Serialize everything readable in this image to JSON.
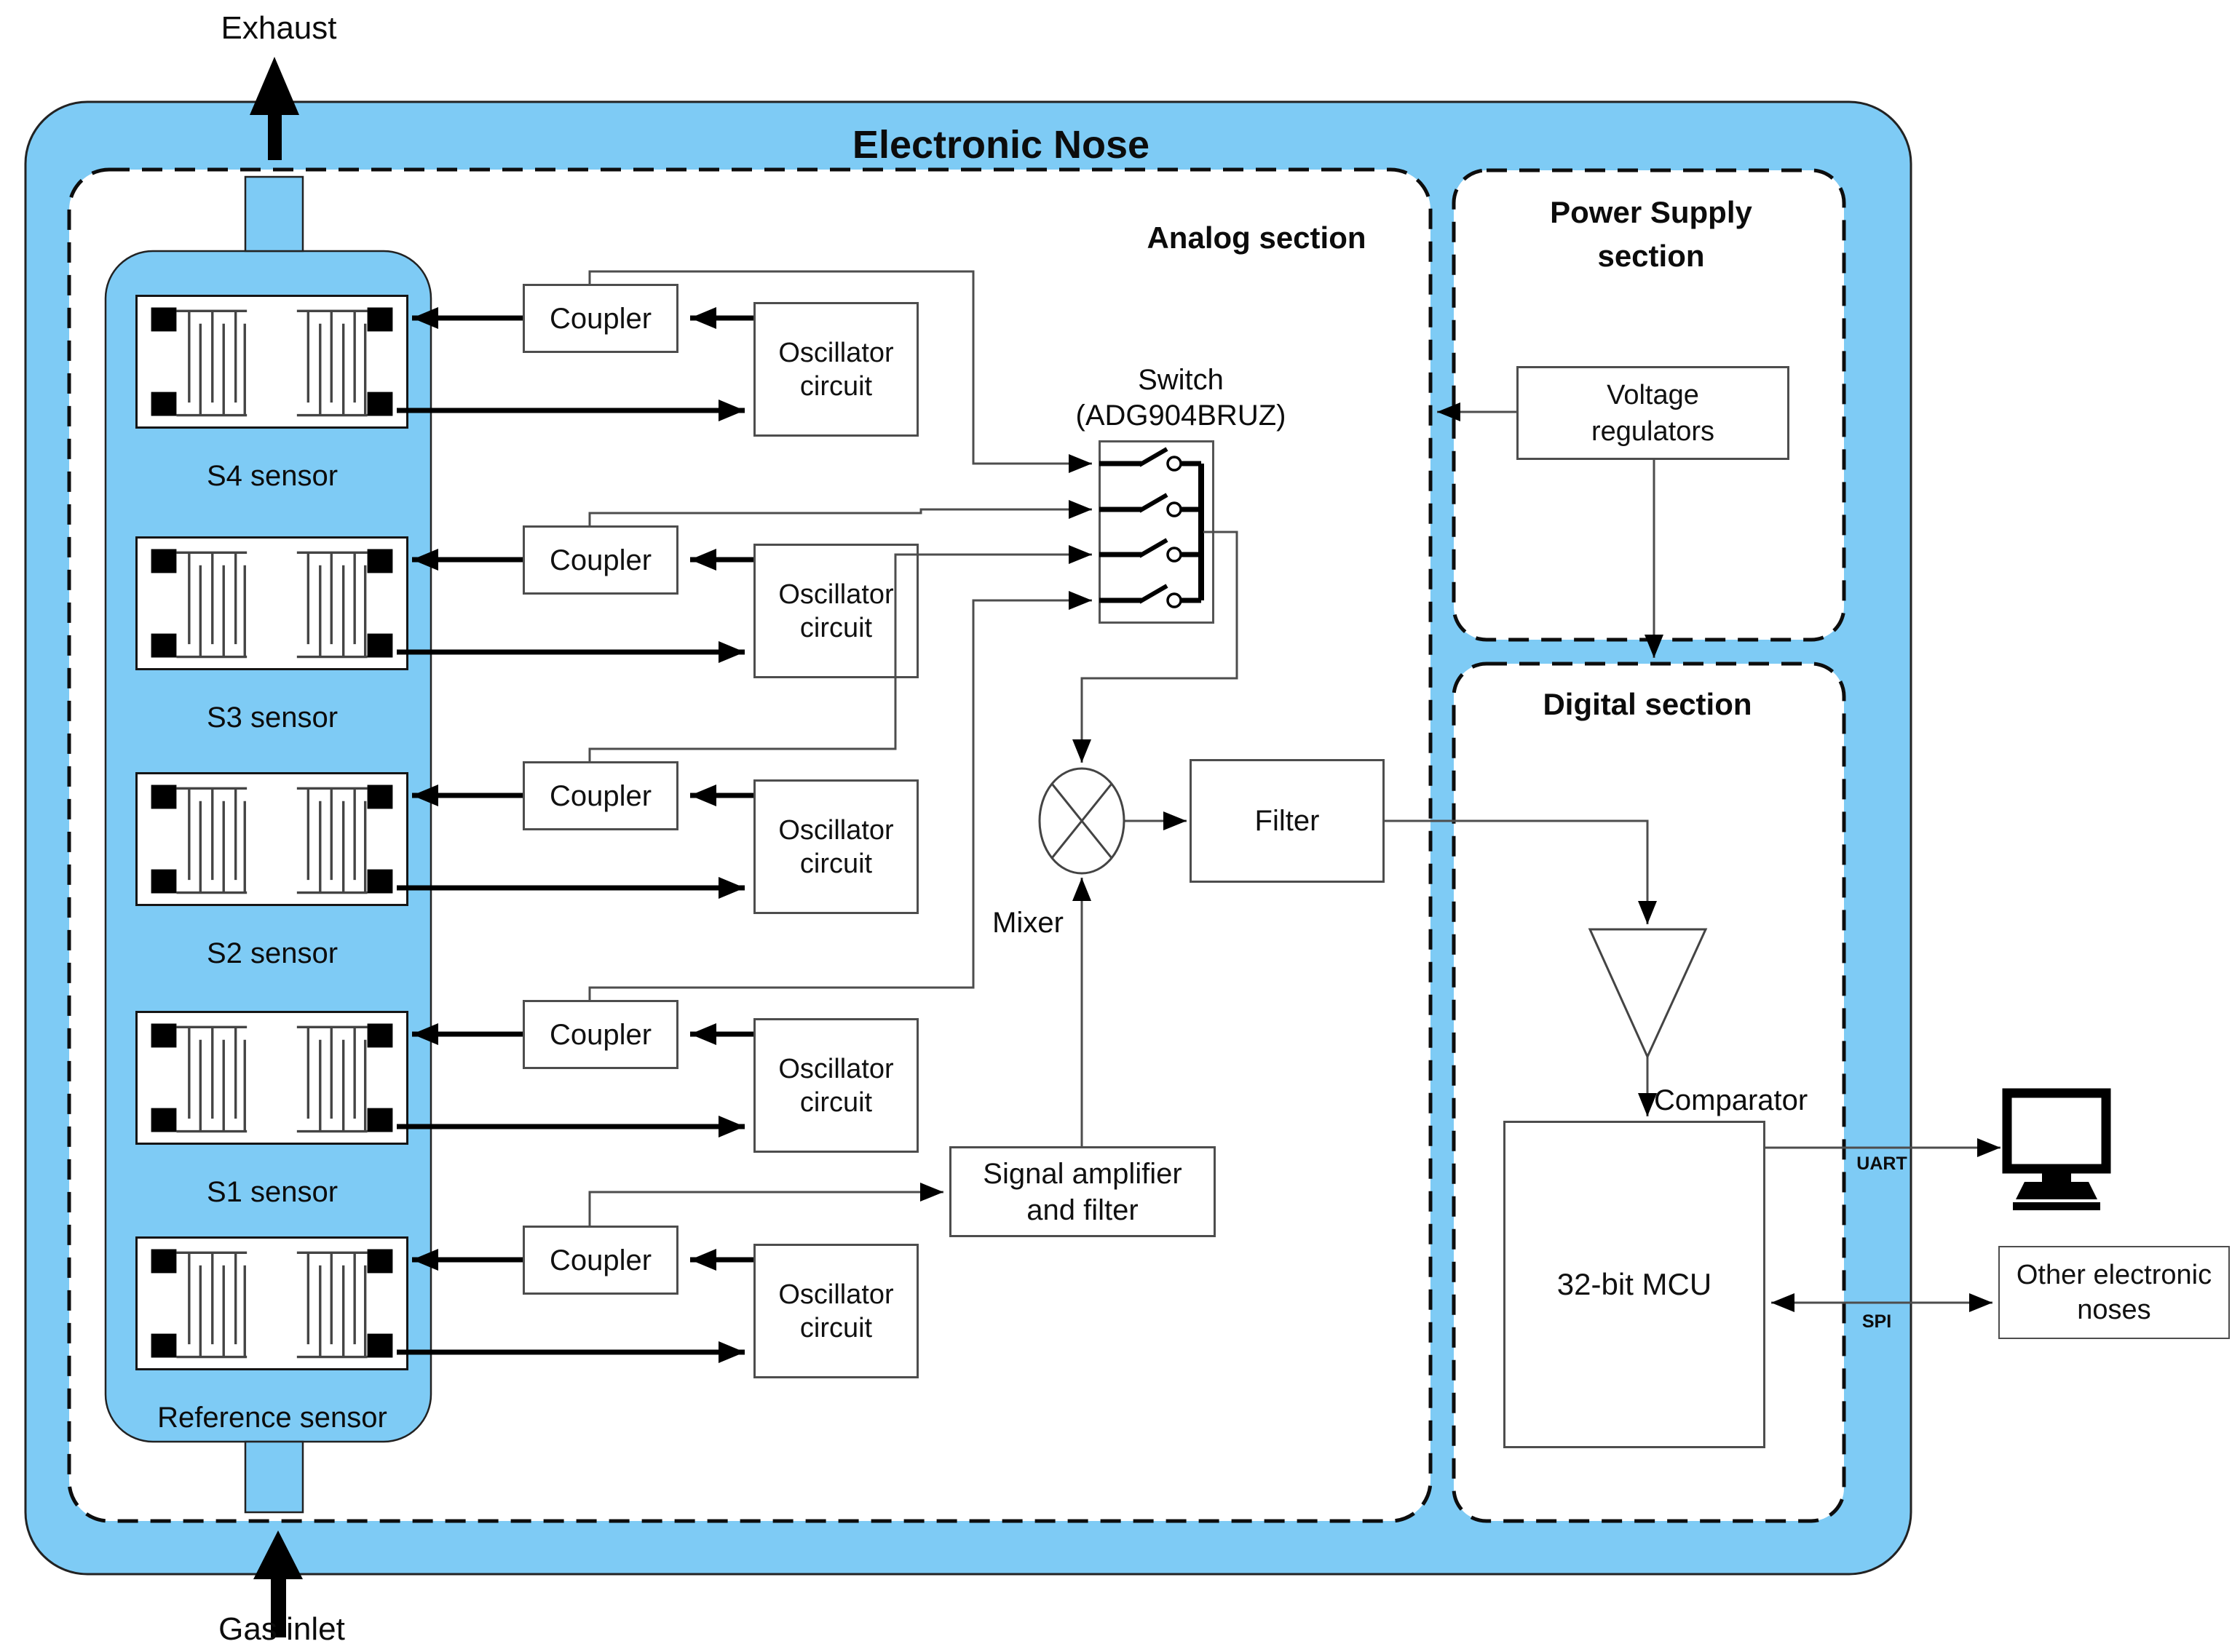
{
  "diagram_title": "Electronic Nose",
  "ports": {
    "exhaust": "Exhaust",
    "gas_inlet": "Gas inlet"
  },
  "sections": {
    "analog": "Analog section",
    "power": "Power Supply\nsection",
    "digital": "Digital section"
  },
  "sensors": [
    {
      "label": "S4 sensor"
    },
    {
      "label": "S3 sensor"
    },
    {
      "label": "S2 sensor"
    },
    {
      "label": "S1 sensor"
    },
    {
      "label": "Reference sensor"
    }
  ],
  "blocks": {
    "coupler": "Coupler",
    "oscillator": "Oscillator\ncircuit",
    "switch_name": "Switch",
    "switch_part": "(ADG904BRUZ)",
    "mixer": "Mixer",
    "filter": "Filter",
    "signal_amp": "Signal amplifier\nand filter",
    "voltage_reg": "Voltage\nregulators",
    "comparator": "Comparator",
    "mcu": "32-bit MCU",
    "other_noses": "Other electronic\nnoses"
  },
  "buses": {
    "uart": "UART",
    "spi": "SPI"
  },
  "colors": {
    "shell": "#7ECBF5",
    "thick_line": "#000000",
    "thin_line": "#4d4d4d"
  }
}
